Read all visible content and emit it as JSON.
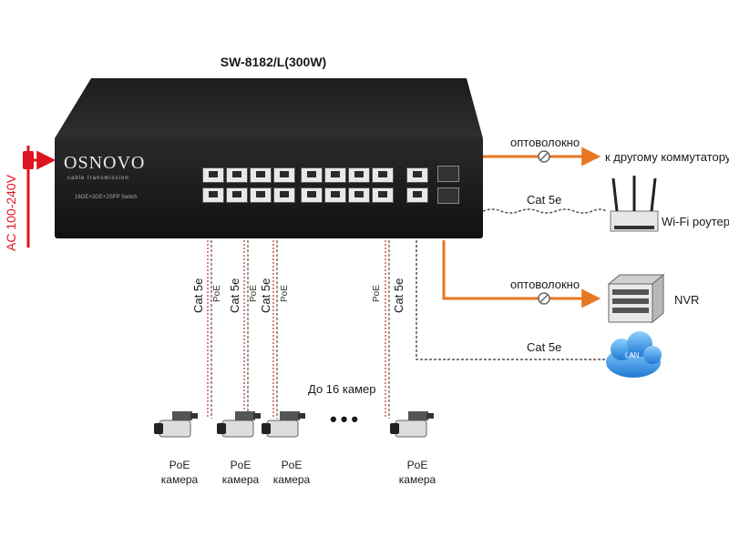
{
  "title": "SW-8182/L(300W)",
  "switch": {
    "brand": "OSNOVO",
    "tagline": "cable transmission",
    "model_small": "16GE+2GE+2SFP Switch"
  },
  "power_label": "AC 100-240V",
  "links": {
    "fiber_top_label": "оптоволокно",
    "fiber_top_target": "к другому коммутатору",
    "cat_router_label": "Cat 5e",
    "router_label": "Wi-Fi роутер",
    "fiber_nvr_label": "оптоволокно",
    "nvr_label": "NVR",
    "cat_lan_label": "Cat 5e",
    "lan_cloud_label": "LAN"
  },
  "poe_cables": [
    {
      "cat": "Cat 5e",
      "poe": "PoE"
    },
    {
      "cat": "Cat 5e",
      "poe": "PoE"
    },
    {
      "cat": "Cat 5e",
      "poe": "PoE"
    },
    {
      "cat": "Cat 5e",
      "poe": "PoE"
    }
  ],
  "up_to_cameras": "До 16 камер",
  "ellipsis": "•••",
  "cameras": [
    {
      "line1": "PoE",
      "line2": "камера"
    },
    {
      "line1": "PoE",
      "line2": "камера"
    },
    {
      "line1": "PoE",
      "line2": "камера"
    },
    {
      "line1": "PoE",
      "line2": "камера"
    }
  ],
  "colors": {
    "fiber": "#e87722",
    "power": "#e0141e",
    "poe": "#d9261c",
    "cable": "#555555"
  }
}
